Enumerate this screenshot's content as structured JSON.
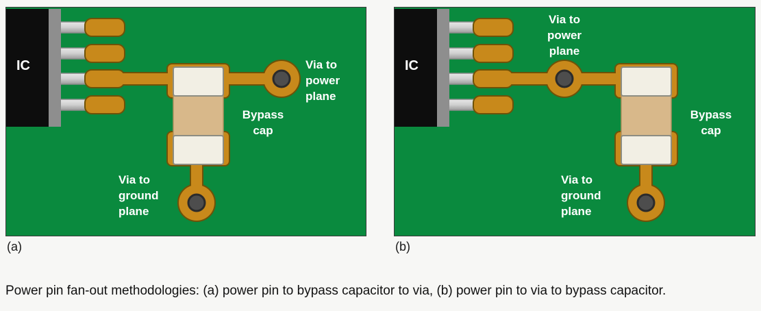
{
  "figure": {
    "caption": "Power pin fan-out methodologies: (a) power pin to bypass capacitor to via, (b) power pin to via to bypass capacitor."
  },
  "panels": [
    {
      "letter": "(a)",
      "ic_label": "IC",
      "via_power_label": "Via to\npower\nplane",
      "bypass_cap_label": "Bypass\ncap",
      "via_ground_label": "Via to\nground\nplane"
    },
    {
      "letter": "(b)",
      "ic_label": "IC",
      "via_power_label": "Via to\npower\nplane",
      "bypass_cap_label": "Bypass\ncap",
      "via_ground_label": "Via to\nground\nplane"
    }
  ],
  "colors": {
    "page-bg": "#f7f7f5",
    "board": "#0a8a3e",
    "copper": "#c8891b",
    "copper-edge": "#6e5208",
    "ic": "#0d0d0d",
    "ic-edge": "#8e8e8e",
    "cap-end": "#f2efe4",
    "cap-body": "#d8b88a",
    "via-hole": "#4d4d4d",
    "label": "#ffffff",
    "caption": "#111111"
  }
}
